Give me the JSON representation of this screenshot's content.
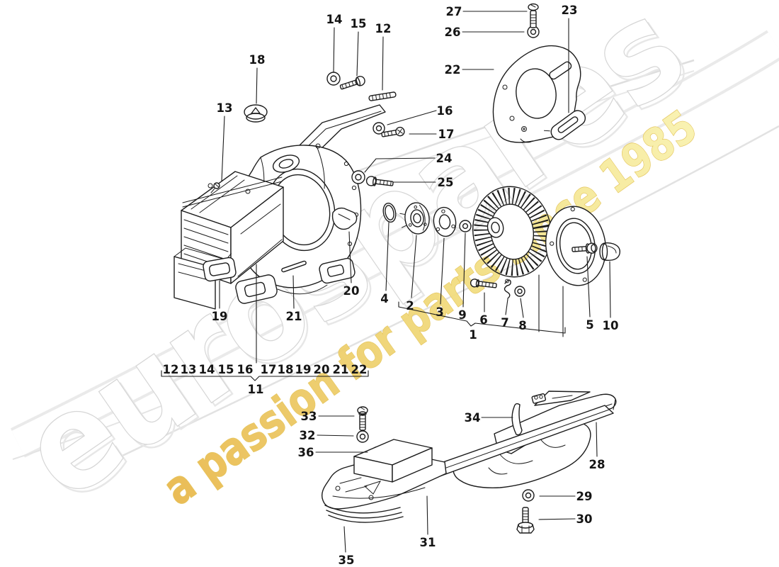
{
  "watermark": {
    "brand": "eurospares",
    "tagline": "a passion for parts since 1985",
    "brand_fill": "#ffffff",
    "brand_outline": "#d6d6d6",
    "swoosh_gray": "#e3e3e3",
    "tagline_gold_dark": "#e9b94e",
    "tagline_gold_light": "#f9f2ae"
  },
  "diagram": {
    "ink_color": "#1c1c1c",
    "callouts": {
      "n1": "1",
      "n2": "2",
      "n3": "3",
      "n4": "4",
      "n5": "5",
      "n6": "6",
      "n7": "7",
      "n8": "8",
      "n9": "9",
      "n10": "10",
      "n11": "11",
      "n12": "12",
      "n13": "13",
      "n14": "14",
      "n15": "15",
      "n16": "16",
      "n17": "17",
      "n18": "18",
      "n19": "19",
      "n20": "20",
      "n21": "21",
      "n22": "22",
      "n23": "23",
      "n24": "24",
      "n25": "25",
      "n26": "26",
      "n27": "27",
      "n28": "28",
      "n29": "29",
      "n30": "30",
      "n31": "31",
      "n32": "32",
      "n33": "33",
      "n34": "34",
      "n35": "35",
      "n36": "36"
    },
    "group_row": [
      "12",
      "13",
      "14",
      "15",
      "16",
      "17",
      "18",
      "19",
      "20",
      "21",
      "22"
    ],
    "group_row_parent": "11",
    "fan_assembly_parent": "1"
  }
}
